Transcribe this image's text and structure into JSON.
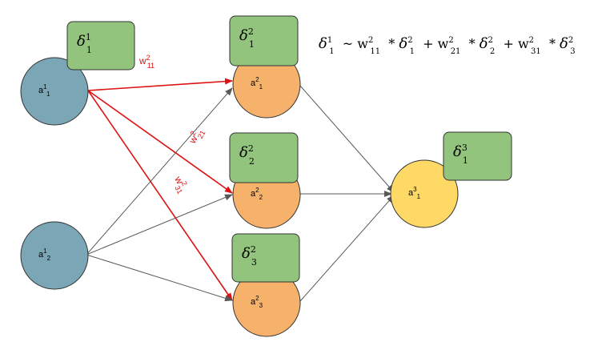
{
  "colors": {
    "input_node": "#7aa6b6",
    "hidden_node": "#f6b26b",
    "output_node": "#ffd966",
    "delta_box": "#93c47d",
    "backprop_edge": "#dd1111",
    "forward_edge": "#595959",
    "outline": "#333333"
  },
  "nodes": [
    {
      "id": "a1_1",
      "base": "a",
      "sup": "1",
      "sub": "1",
      "layer": "input"
    },
    {
      "id": "a1_2",
      "base": "a",
      "sup": "1",
      "sub": "2",
      "layer": "input"
    },
    {
      "id": "a2_1",
      "base": "a",
      "sup": "2",
      "sub": "1",
      "layer": "hidden"
    },
    {
      "id": "a2_2",
      "base": "a",
      "sup": "2",
      "sub": "2",
      "layer": "hidden"
    },
    {
      "id": "a2_3",
      "base": "a",
      "sup": "2",
      "sub": "3",
      "layer": "hidden"
    },
    {
      "id": "a3_1",
      "base": "a",
      "sup": "3",
      "sub": "1",
      "layer": "output"
    }
  ],
  "deltas": [
    {
      "id": "d1_1",
      "symbol": "δ",
      "sup": "1",
      "sub": "1"
    },
    {
      "id": "d2_1",
      "symbol": "δ",
      "sup": "2",
      "sub": "1"
    },
    {
      "id": "d2_2",
      "symbol": "δ",
      "sup": "2",
      "sub": "2"
    },
    {
      "id": "d2_3",
      "symbol": "δ",
      "sup": "2",
      "sub": "3"
    },
    {
      "id": "d3_1",
      "symbol": "δ",
      "sup": "3",
      "sub": "1"
    }
  ],
  "edges": [
    {
      "from": "a1_1",
      "to": "a2_1",
      "kind": "backprop"
    },
    {
      "from": "a1_1",
      "to": "a2_2",
      "kind": "backprop"
    },
    {
      "from": "a1_1",
      "to": "a2_3",
      "kind": "backprop"
    },
    {
      "from": "a1_2",
      "to": "a2_1",
      "kind": "forward"
    },
    {
      "from": "a1_2",
      "to": "a2_2",
      "kind": "forward"
    },
    {
      "from": "a1_2",
      "to": "a2_3",
      "kind": "forward"
    },
    {
      "from": "a2_1",
      "to": "a3_1",
      "kind": "forward"
    },
    {
      "from": "a2_2",
      "to": "a3_1",
      "kind": "forward"
    },
    {
      "from": "a2_3",
      "to": "a3_1",
      "kind": "forward"
    }
  ],
  "weight_labels": [
    {
      "id": "w11",
      "base": "w",
      "sup": "2",
      "sub": "11"
    },
    {
      "id": "w21",
      "base": "w",
      "sup": "2",
      "sub": "21"
    },
    {
      "id": "w31",
      "base": "w",
      "sup": "2",
      "sub": "31"
    }
  ],
  "equation": {
    "lhs": {
      "symbol": "δ",
      "sup": "1",
      "sub": "1"
    },
    "relation": "~",
    "terms": [
      {
        "w_sup": "2",
        "w_sub": "11",
        "times": "*",
        "d_sup": "2",
        "d_sub": "1"
      },
      {
        "w_sup": "2",
        "w_sub": "21",
        "times": "*",
        "d_sup": "2",
        "d_sub": "2"
      },
      {
        "w_sup": "2",
        "w_sub": "31",
        "times": "*",
        "d_sup": "2",
        "d_sub": "3"
      }
    ],
    "plus": "+"
  }
}
